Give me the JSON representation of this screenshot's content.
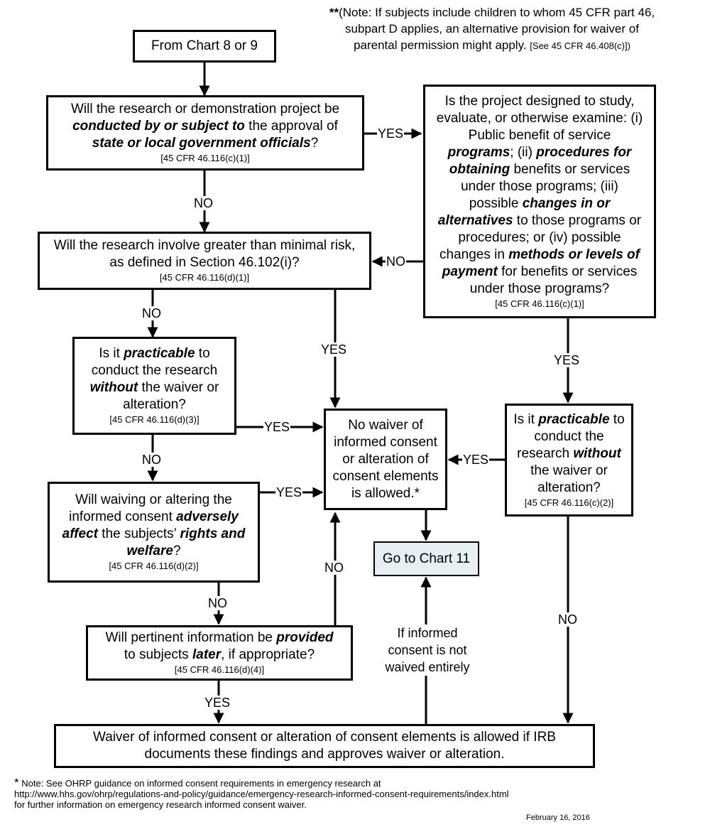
{
  "top_note": {
    "line1_bold": "**",
    "line1": "(Note:  If subjects include children to whom 45 CFR part 46,",
    "line2": "subpart D applies, an alternative provision for waiver of",
    "line3": "parental permission might apply.",
    "line3_cite": "[See 45 CFR 46.408(c)])"
  },
  "nodes": {
    "start": {
      "text": "From Chart 8 or 9"
    },
    "q_state": {
      "l1": "Will the research or demonstration project be",
      "l2_em": "conducted by or subject to",
      "l2": " the approval of",
      "l3_em": "state or local government officials",
      "l3": "?",
      "cite": "[45 CFR 46.116(c)(1)]"
    },
    "q_programs": {
      "l1": "Is the project designed to study,",
      "l2": "evaluate, or otherwise examine: (i)",
      "l3": "Public benefit of service",
      "l4_em": "programs",
      "l4": "; (ii) ",
      "l4_em2": "procedures for",
      "l5_em": "obtaining",
      "l5": " benefits or services",
      "l6": "under those programs; (iii)",
      "l7": "possible ",
      "l7_em": "changes in or",
      "l8_em": "alternatives",
      "l8": " to those programs or",
      "l9": "procedures; or (iv) possible",
      "l10": "changes in ",
      "l10_em": "methods or levels of",
      "l11_em": "payment",
      "l11": " for benefits or services",
      "l12": "under those programs?",
      "cite": "[45 CFR 46.116(c)(1)]"
    },
    "q_risk": {
      "l1": "Will the research involve greater than minimal risk,",
      "l2": "as defined in Section 46.102(i)?",
      "cite": "[45 CFR 46.116(d)(1)]"
    },
    "q_practicable_d": {
      "l1": "Is it ",
      "l1_em": "practicable",
      "l1b": " to",
      "l2": "conduct the research",
      "l3_em": "without",
      "l3": " the waiver or",
      "l4": "alteration?",
      "cite": "[45 CFR 46.116(d)(3)]"
    },
    "no_waiver": {
      "l1": "No waiver of",
      "l2": "informed consent",
      "l3": "or alteration of",
      "l4": "consent elements",
      "l5": "is allowed.*"
    },
    "q_practicable_c": {
      "l1": "Is it ",
      "l1_em": "practicable",
      "l1b": " to",
      "l2": "conduct the",
      "l3": "research ",
      "l3_em": "without",
      "l4": "the waiver or",
      "l5": "alteration?",
      "cite": "[45 CFR 46.116(c)(2)]"
    },
    "q_adverse": {
      "l1": "Will waiving or altering the",
      "l2": "informed consent ",
      "l2_em": "adversely",
      "l3_em": "affect",
      "l3": " the subjects’ ",
      "l3_em2": "rights and",
      "l4_em": "welfare",
      "l4": "?",
      "cite": "[45 CFR 46.116(d)(2)]"
    },
    "chart11": {
      "text": "Go to Chart 11"
    },
    "q_later": {
      "l1": "Will pertinent information be ",
      "l1_em": "provided",
      "l2": "to subjects ",
      "l2_em": "later",
      "l2b": ", if appropriate?",
      "cite": "[45 CFR 46.116(d)(4)]"
    },
    "allowed": {
      "l1": "Waiver of informed consent or alteration of consent elements  is allowed if IRB",
      "l2": "documents these findings and approves waiver or alteration."
    }
  },
  "edge_labels": {
    "yes_state": "YES",
    "no_state": "NO",
    "no_programs": "NO",
    "no_risk": "NO",
    "yes_risk": "YES",
    "yes_programs": "YES",
    "yes_prac_d": "YES",
    "no_prac_d": "NO",
    "yes_prac_c": "YES",
    "yes_adverse": "YES",
    "no_adverse": "NO",
    "no_later": "NO",
    "yes_later": "YES",
    "no_prac_c": "NO",
    "if_not_waived": [
      "If informed",
      "consent is not",
      "waived entirely"
    ]
  },
  "footnote": {
    "star": "*",
    "l1": " Note:  See OHRP guidance on informed consent requirements in emergency research at",
    "l2": "http://www.hhs.gov/ohrp/regulations-and-policy/guidance/emergency-research-informed-consent-requirements/index.html",
    "l3": "for further information on emergency research informed consent waiver."
  },
  "date": "February 16, 2016",
  "colors": {
    "line": "#000000",
    "chart11_fill": "#e6f0f4",
    "background": "#ffffff"
  }
}
